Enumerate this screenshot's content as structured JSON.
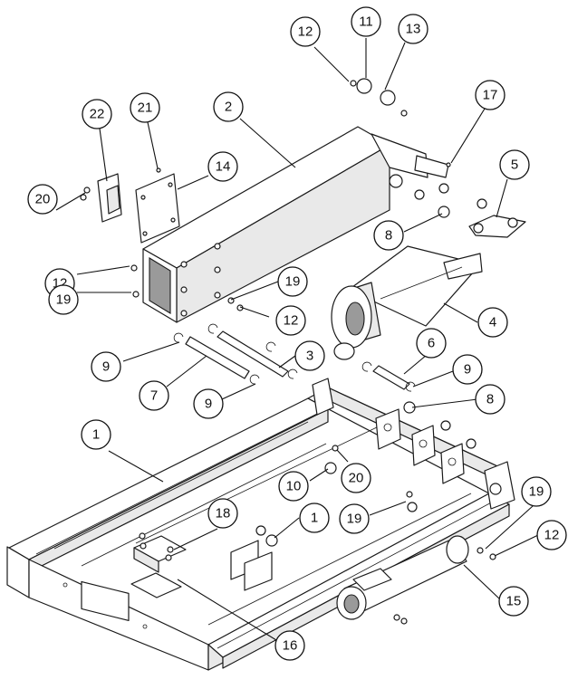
{
  "callouts": [
    {
      "label": "12"
    },
    {
      "label": "11"
    },
    {
      "label": "13"
    },
    {
      "label": "17"
    },
    {
      "label": "22"
    },
    {
      "label": "21"
    },
    {
      "label": "2"
    },
    {
      "label": "14"
    },
    {
      "label": "20"
    },
    {
      "label": "5"
    },
    {
      "label": "8"
    },
    {
      "label": "12"
    },
    {
      "label": "19"
    },
    {
      "label": "19"
    },
    {
      "label": "12"
    },
    {
      "label": "4"
    },
    {
      "label": "6"
    },
    {
      "label": "3"
    },
    {
      "label": "9"
    },
    {
      "label": "9"
    },
    {
      "label": "7"
    },
    {
      "label": "9"
    },
    {
      "label": "8"
    },
    {
      "label": "1"
    },
    {
      "label": "10"
    },
    {
      "label": "20"
    },
    {
      "label": "19"
    },
    {
      "label": "1"
    },
    {
      "label": "18"
    },
    {
      "label": "19"
    },
    {
      "label": "12"
    },
    {
      "label": "15"
    },
    {
      "label": "16"
    }
  ]
}
